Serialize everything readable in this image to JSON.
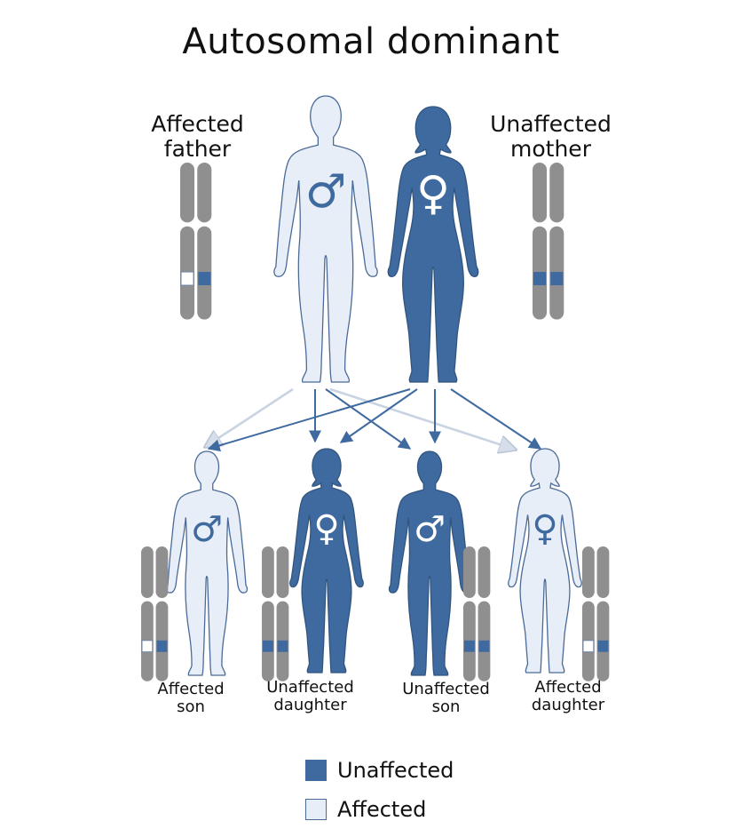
{
  "title": "Autosomal dominant",
  "colors": {
    "dark": "#3f6a9f",
    "light": "#e8eef7",
    "outline": "#4a6b98",
    "chromosome": "#8f8f8f"
  },
  "parents": {
    "father": {
      "line1": "Affected",
      "line2": "father",
      "symbol": "♂",
      "fill": "light"
    },
    "mother": {
      "line1": "Unaffected",
      "line2": "mother",
      "symbol": "♀",
      "fill": "dark"
    }
  },
  "children": [
    {
      "line1": "Affected",
      "line2": "son",
      "symbol": "♂",
      "fill": "light"
    },
    {
      "line1": "Unaffected",
      "line2": "daughter",
      "symbol": "♀",
      "fill": "dark"
    },
    {
      "line1": "Unaffected",
      "line2": "son",
      "symbol": "♂",
      "fill": "dark"
    },
    {
      "line1": "Affected",
      "line2": "daughter",
      "symbol": "♀",
      "fill": "light"
    }
  ],
  "legend": [
    {
      "label": "Unaffected",
      "fill": "dark"
    },
    {
      "label": "Affected",
      "fill": "light"
    }
  ]
}
